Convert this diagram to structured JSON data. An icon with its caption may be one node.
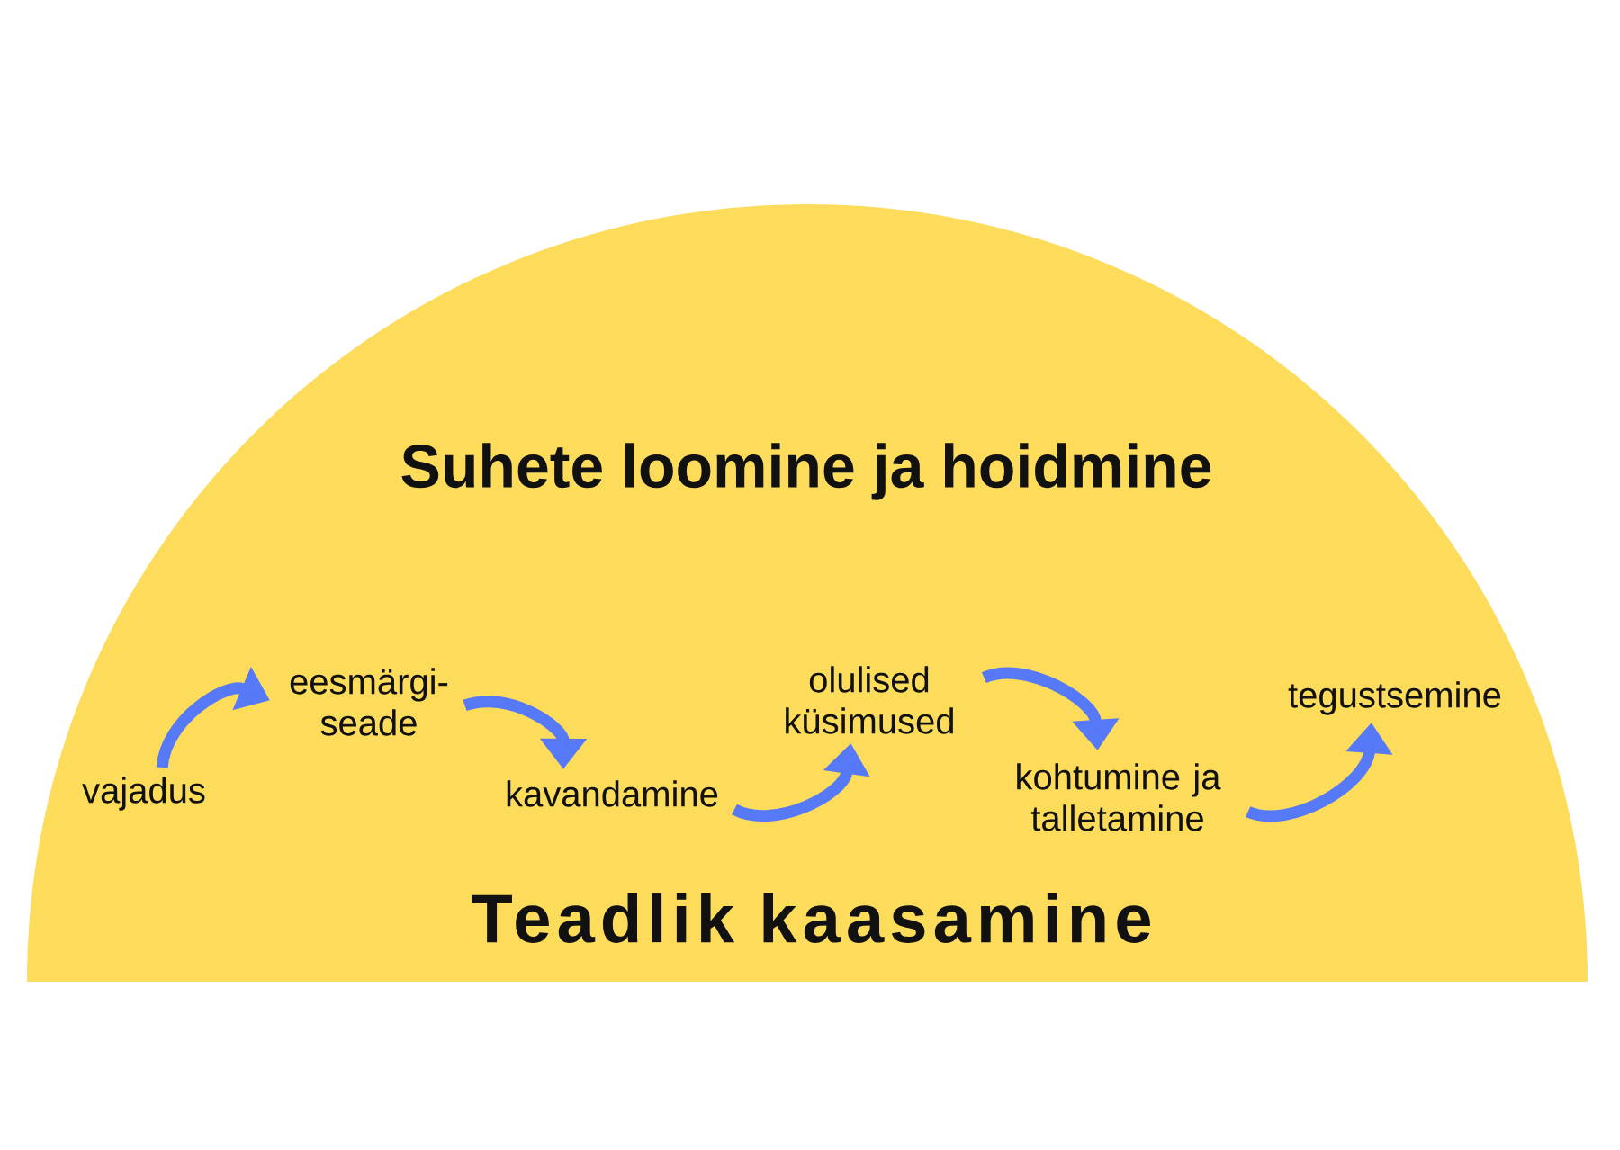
{
  "diagram": {
    "nodes": [
      {
        "text": [
          "Suhete loomine ja hoidmine",
          "Teadlik kaasamine"
        ]
      },
      {
        "text": [
          "vajadus"
        ],
        "in": 0
      },
      {
        "text": [
          "eesmärgi- seade"
        ],
        "in": 0
      },
      {
        "text": [
          "kavandamine"
        ],
        "in": 0
      },
      {
        "text": [
          "olulised küsimused"
        ],
        "in": 0
      },
      {
        "text": [
          "kohtumine ja talletamine"
        ],
        "in": 0
      },
      {
        "text": [
          "tegustsemine"
        ],
        "in": 0
      }
    ],
    "edges": [
      {
        "from": 1,
        "to": 2,
        "arrow": "to"
      },
      {
        "from": 2,
        "to": 3,
        "arrow": "to"
      },
      {
        "from": 3,
        "to": 4,
        "arrow": "to"
      },
      {
        "from": 4,
        "to": 5,
        "arrow": "to"
      },
      {
        "from": 5,
        "to": 6,
        "arrow": "to"
      }
    ]
  }
}
